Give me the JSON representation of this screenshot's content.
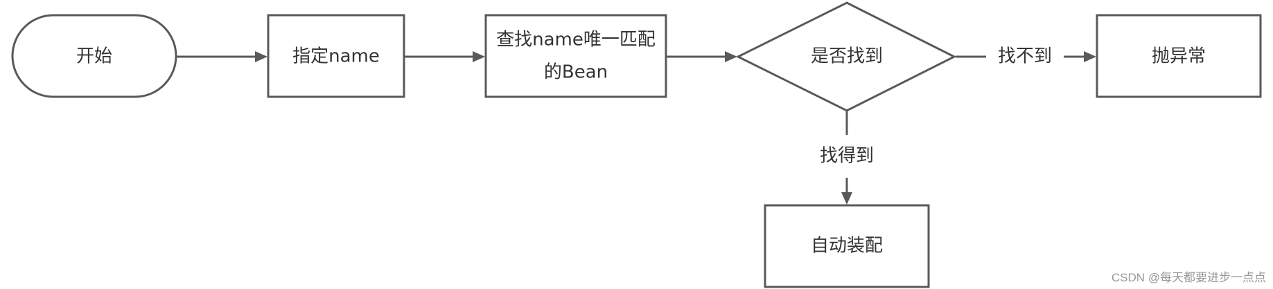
{
  "nodes": {
    "start": {
      "label": "开始"
    },
    "specify": {
      "label": "指定name"
    },
    "find": {
      "line1": "查找name唯一匹配",
      "line2": "的Bean"
    },
    "decision": {
      "label": "是否找到"
    },
    "throw": {
      "label": "抛异常"
    },
    "autowire": {
      "label": "自动装配"
    }
  },
  "edges": {
    "not_found": {
      "label": "找不到"
    },
    "found": {
      "label": "找得到"
    }
  },
  "watermark": "CSDN @每天都要进步一点点",
  "colors": {
    "stroke": "#595959",
    "text": "#333333",
    "watermark": "#999999"
  }
}
